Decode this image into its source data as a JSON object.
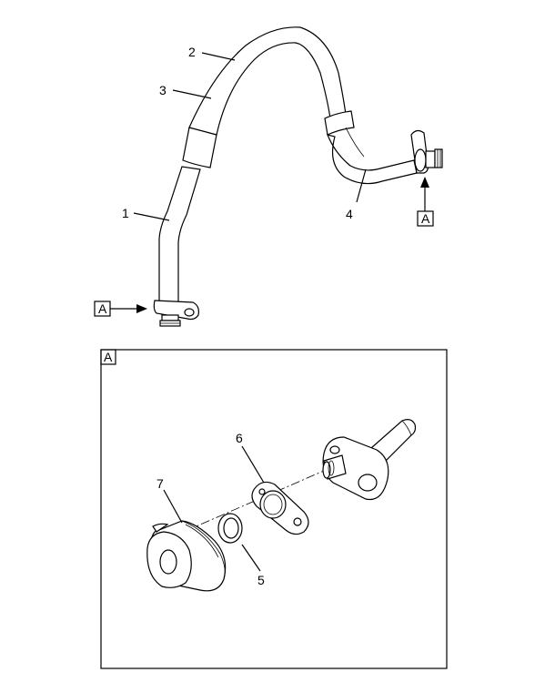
{
  "top_view": {
    "callouts": [
      "1",
      "2",
      "3",
      "4"
    ],
    "view_markers": [
      "A",
      "A"
    ]
  },
  "detail_view": {
    "label": "A",
    "callouts": [
      "5",
      "6",
      "7"
    ]
  }
}
